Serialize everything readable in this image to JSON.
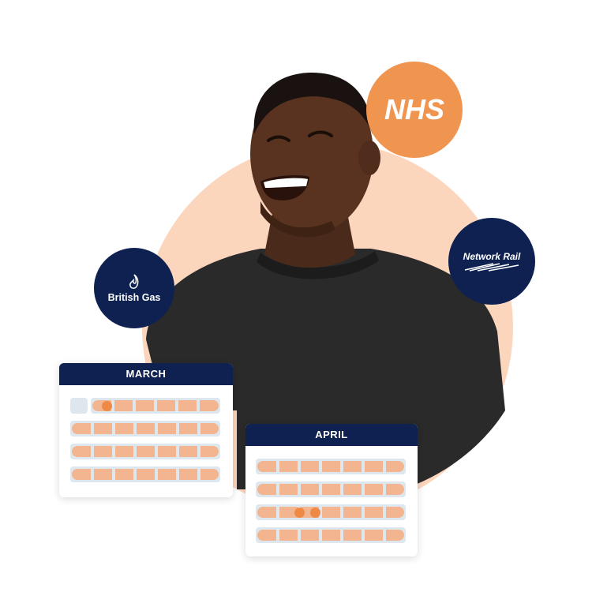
{
  "logos": {
    "nhs": "NHS",
    "british_gas": "British Gas",
    "network_rail": "Network Rail"
  },
  "calendars": {
    "march": {
      "month": "MARCH"
    },
    "april": {
      "month": "APRIL"
    }
  },
  "colors": {
    "peach": "#fcd5bd",
    "navy": "#0e2150",
    "orange": "#f09550",
    "bar": "#f3b58f",
    "cell": "#dfe7ee"
  }
}
